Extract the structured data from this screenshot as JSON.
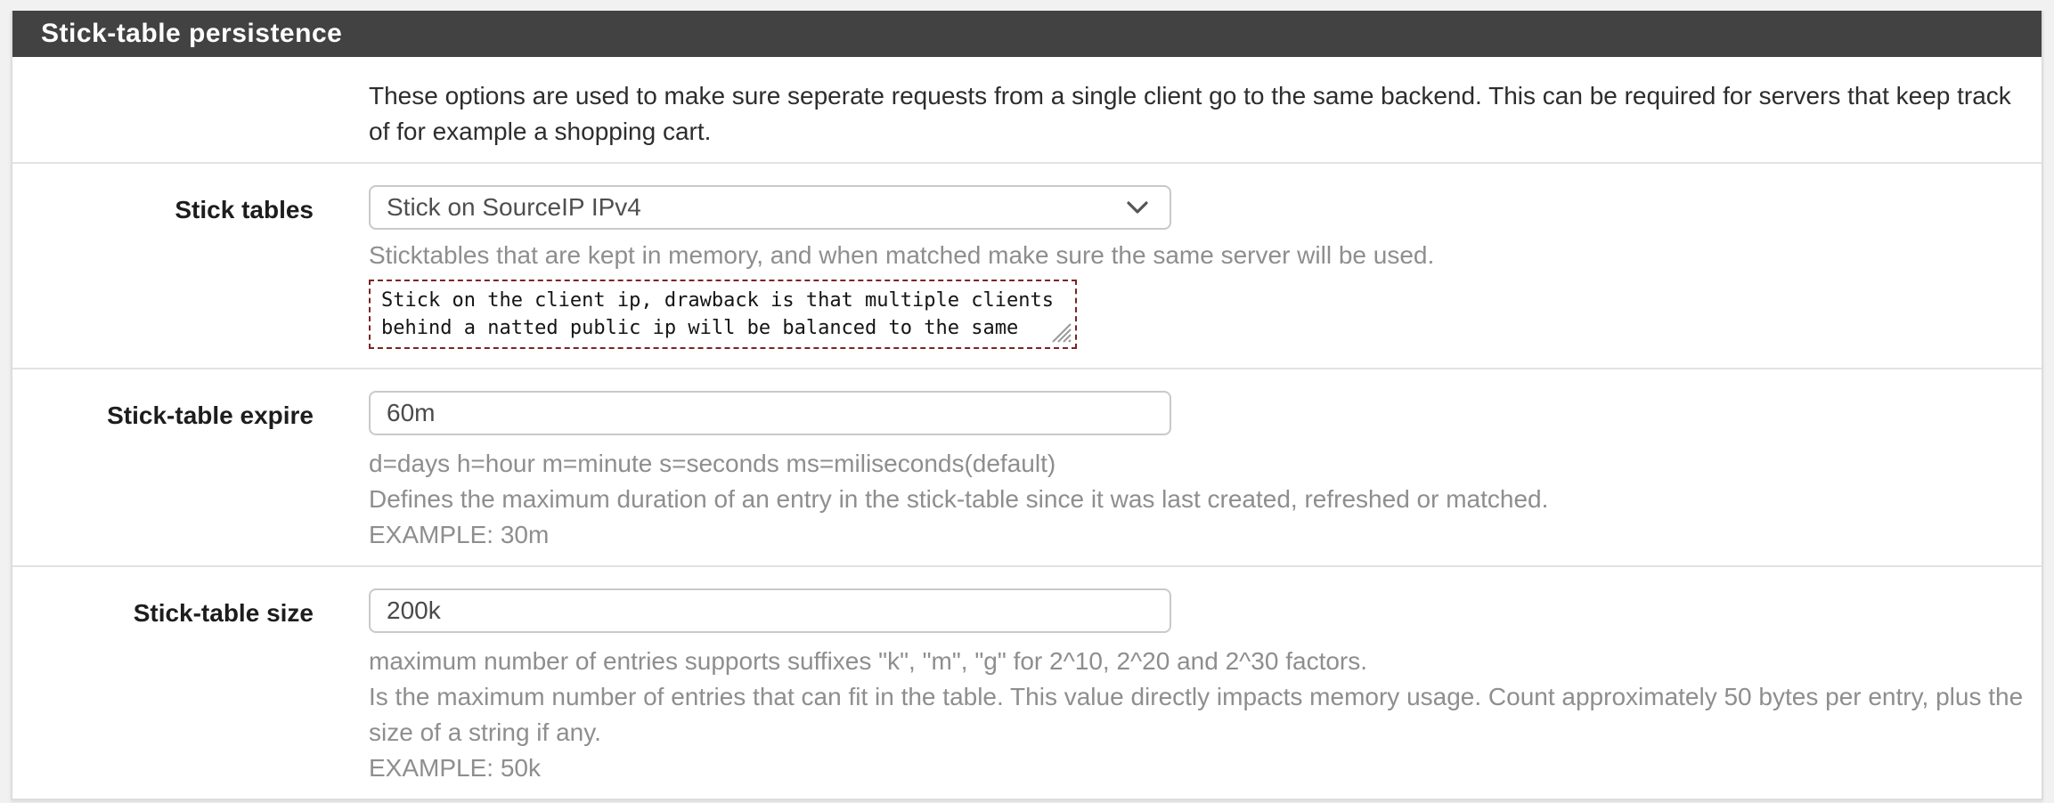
{
  "colors": {
    "header_bg": "#424242",
    "panel_bg": "#ffffff",
    "page_bg": "#f1f1f1",
    "help_text": "#8e8e8e",
    "notes_border": "#7a2422",
    "input_border": "#c9c9c9"
  },
  "panel": {
    "title": "Stick-table persistence",
    "description": "These options are used to make sure seperate requests from a single client go to the same backend. This can be required for servers that keep track of for example a shopping cart."
  },
  "fields": {
    "stick_tables": {
      "label": "Stick tables",
      "selected_option": "Stick on SourceIP IPv4",
      "help": "Sticktables that are kept in memory, and when matched make sure the same server will be used.",
      "notes_value": "Stick on the client ip, drawback is that multiple clients\nbehind a natted public ip will be balanced to the same"
    },
    "expire": {
      "label": "Stick-table expire",
      "value": "60m",
      "help": [
        "d=days h=hour m=minute s=seconds ms=miliseconds(default)",
        "Defines the maximum duration of an entry in the stick-table since it was last created, refreshed or matched.",
        "EXAMPLE: 30m"
      ]
    },
    "size": {
      "label": "Stick-table size",
      "value": "200k",
      "help": [
        "maximum number of entries supports suffixes \"k\", \"m\", \"g\" for 2^10, 2^20 and 2^30 factors.",
        "Is the maximum number of entries that can fit in the table. This value directly impacts memory usage. Count approximately 50 bytes per entry, plus the size of a string if any.",
        "EXAMPLE: 50k"
      ]
    }
  }
}
